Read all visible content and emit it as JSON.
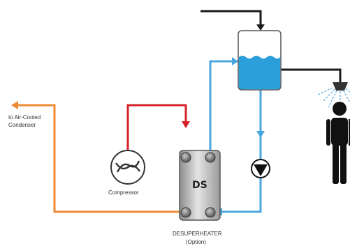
{
  "labels": {
    "condenser_line1": "to Air-Cooled",
    "condenser_line2": "Condenser",
    "compressor": "Compressor",
    "ds": "DS",
    "desuperheater": "DESUPERHEATER",
    "option": "(Option)"
  },
  "colors": {
    "hot_gas": "#d6232a",
    "to_condenser": "#ef8a33",
    "water": "#4aa6dd",
    "cold_supply": "#1a1a1a",
    "tank_water": "#2b9fd9"
  },
  "icons": {
    "compressor": "compressor-icon",
    "pump": "pump-icon",
    "shower": "shower-head-icon",
    "person": "person-icon"
  }
}
